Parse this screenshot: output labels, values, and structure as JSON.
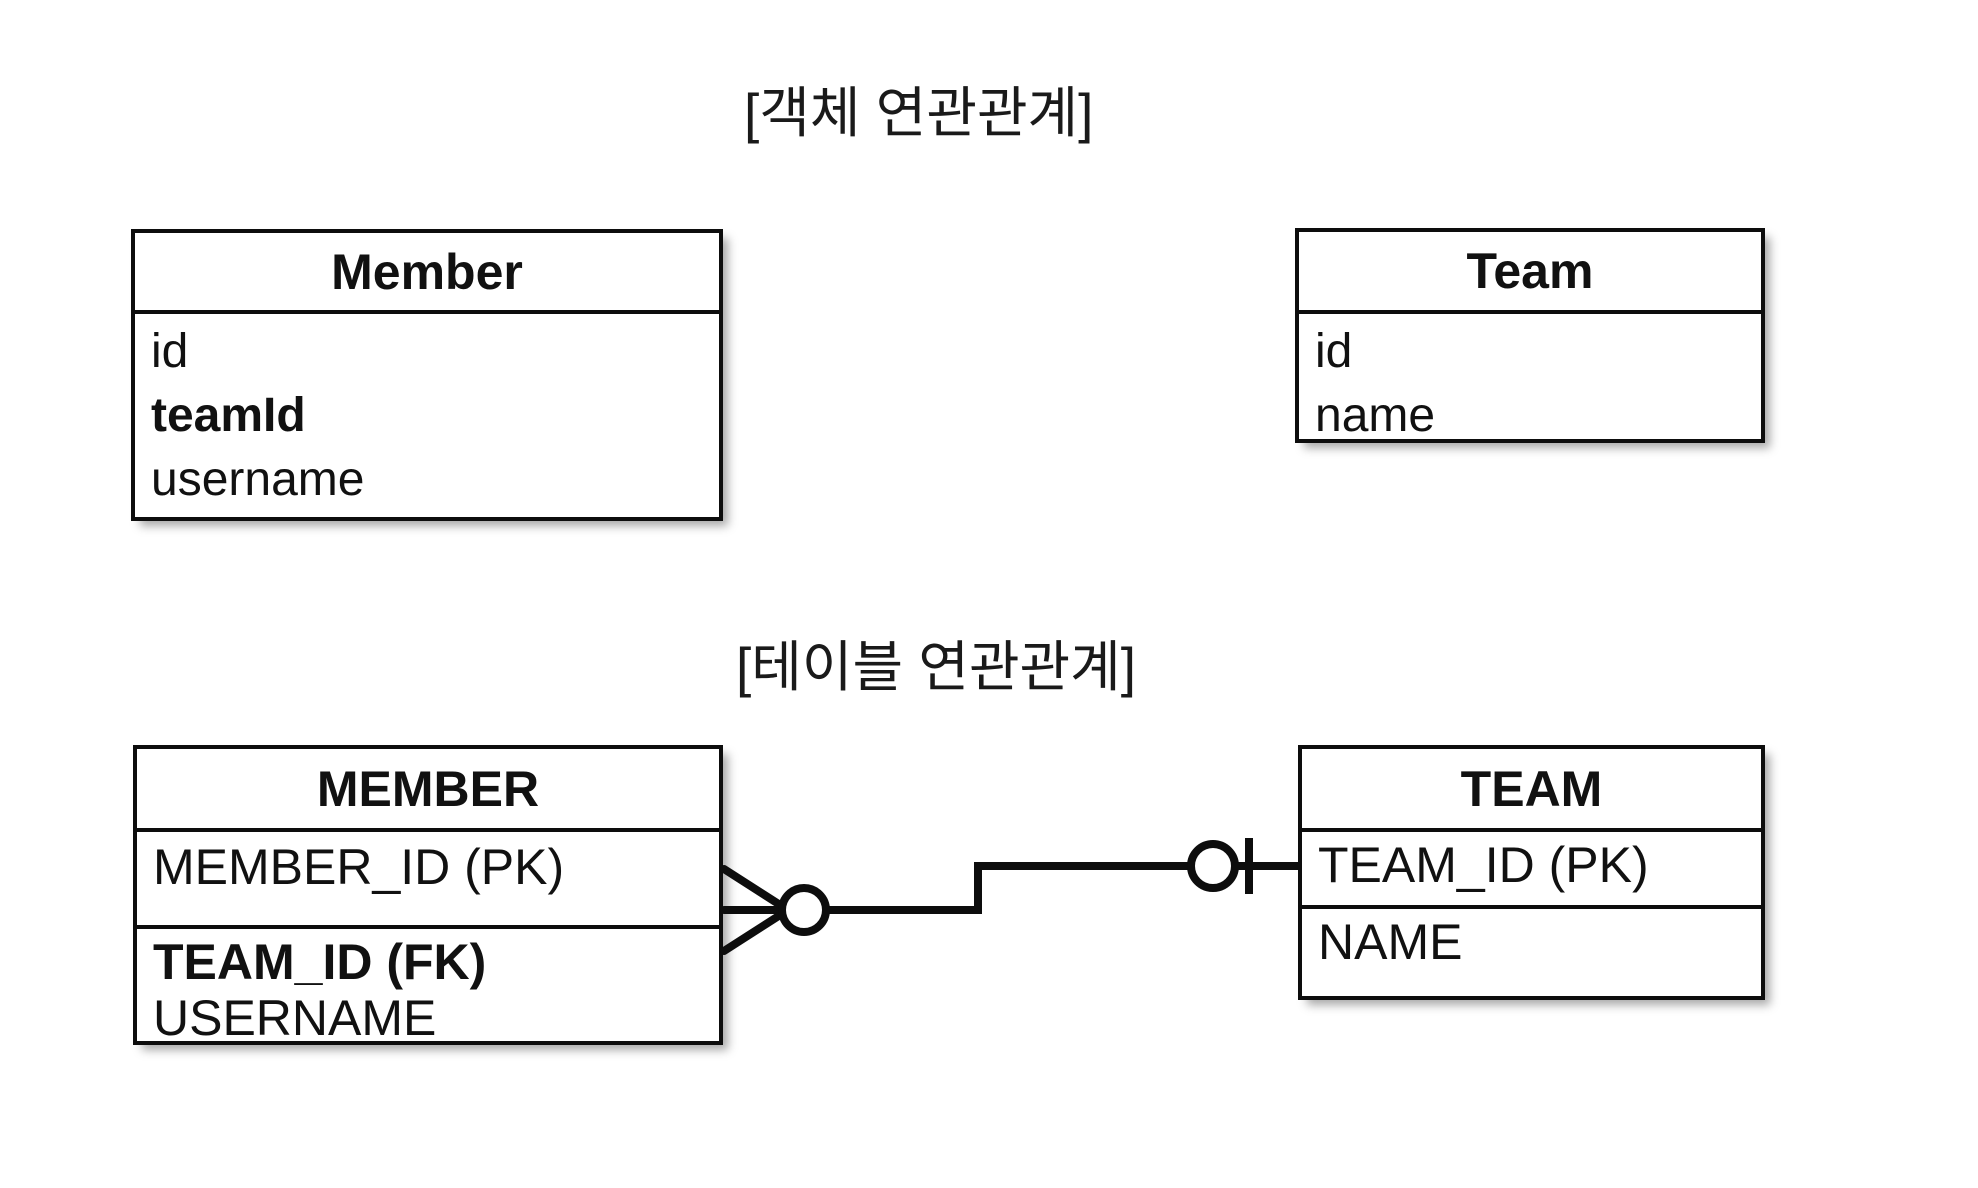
{
  "page": {
    "background_color": "#ffffff",
    "line_color": "#0d0d0d",
    "text_color": "#111111"
  },
  "sections": {
    "object_model": {
      "title": "[객체 연관관계]",
      "entities": [
        {
          "name": "Member",
          "fields": [
            {
              "label": "id",
              "bold": false
            },
            {
              "label": "teamId",
              "bold": true
            },
            {
              "label": "username",
              "bold": false
            }
          ]
        },
        {
          "name": "Team",
          "fields": [
            {
              "label": "id",
              "bold": false
            },
            {
              "label": "name",
              "bold": false
            }
          ]
        }
      ]
    },
    "table_model": {
      "title": "[테이블 연관관계]",
      "entities": [
        {
          "name": "MEMBER",
          "group_a": [
            {
              "label": "MEMBER_ID (PK)",
              "bold": false
            }
          ],
          "group_b": [
            {
              "label": "TEAM_ID (FK)",
              "bold": true
            },
            {
              "label": "USERNAME",
              "bold": false
            }
          ]
        },
        {
          "name": "TEAM",
          "group_a": [
            {
              "label": "TEAM_ID (PK)",
              "bold": false
            }
          ],
          "group_b": [
            {
              "label": "NAME",
              "bold": false
            }
          ]
        }
      ],
      "relationship": {
        "notation": "crows-foot",
        "left_end": "many-optional",
        "right_end": "one-optional",
        "left_entity": "MEMBER",
        "right_entity": "TEAM"
      }
    }
  }
}
